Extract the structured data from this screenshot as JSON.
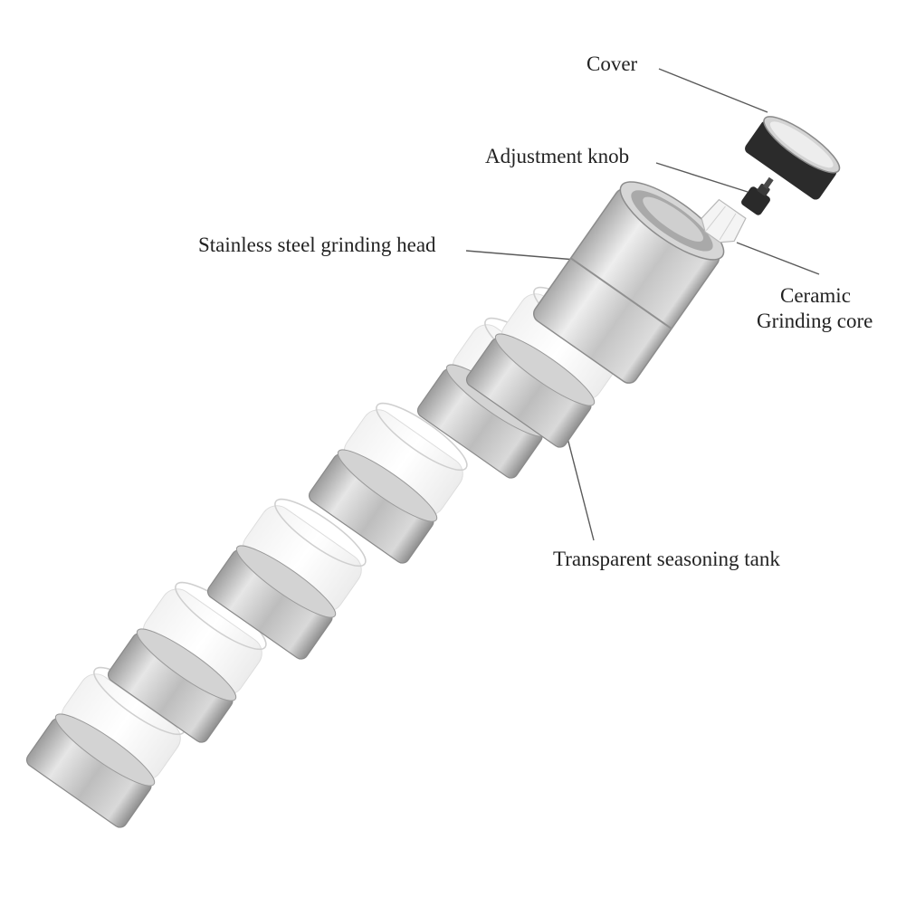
{
  "labels": {
    "cover": "Cover",
    "adjustment_knob": "Adjustment knob",
    "grinding_head": "Stainless steel grinding head",
    "ceramic_line1": "Ceramic",
    "ceramic_line2": "Grinding core",
    "tank": "Transparent seasoning tank"
  },
  "colors": {
    "leader_line": "#5a5a5a",
    "steel_light": "#e4e4e4",
    "steel_mid": "#b5b5b5",
    "steel_dark": "#8a8a8a",
    "cover_dark": "#2b2b2b",
    "text": "#222222"
  },
  "tank_segment_count": 6
}
